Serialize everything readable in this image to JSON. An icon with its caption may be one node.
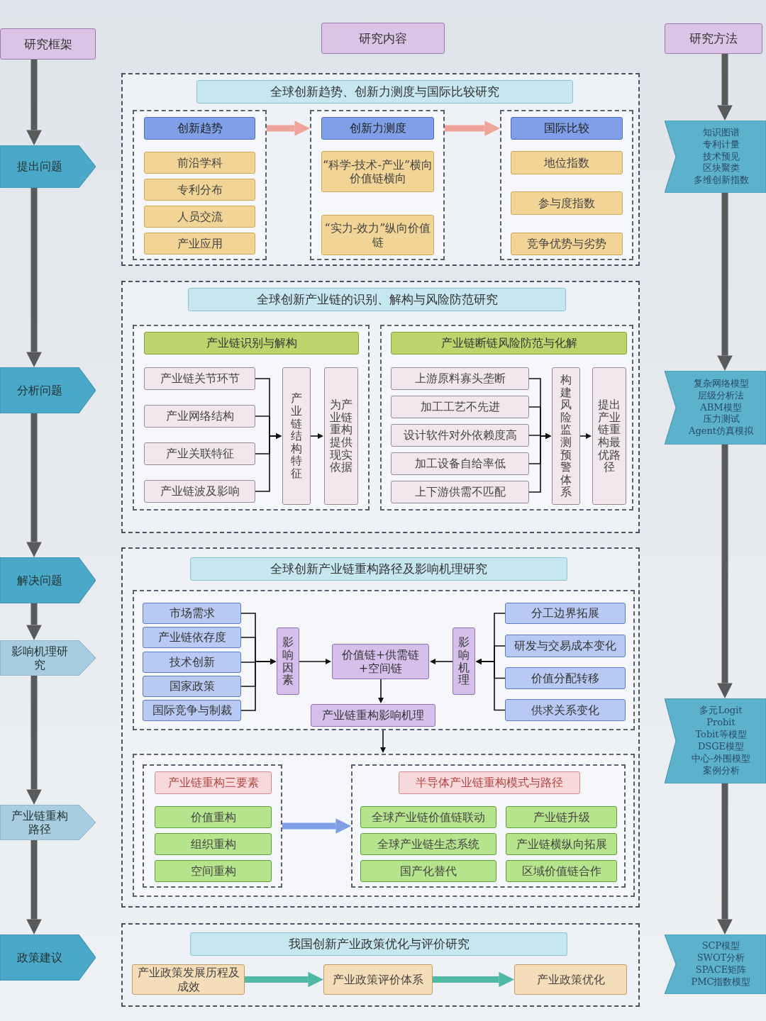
{
  "diagram": {
    "nodes": [
      {
        "text": [
          "研究框架"
        ]
      },
      {
        "text": [
          "提出问题"
        ]
      },
      {
        "text": [
          "分析问题"
        ]
      },
      {
        "text": [
          "解决问题"
        ]
      },
      {
        "text": [
          "影响机理研究"
        ]
      },
      {
        "text": [
          "产业链重构路径"
        ]
      },
      {
        "text": [
          "政策建议"
        ]
      },
      {
        "text": [
          "研究内容"
        ]
      },
      {
        "text": [
          "研究方法"
        ]
      },
      {
        "text": [
          "知识图谱",
          "专利计量",
          "技术预见",
          "区块聚类",
          "多维创新指数"
        ]
      },
      {
        "text": [
          "复杂网络模型",
          "层级分析法",
          "ABM模型",
          "压力测试",
          "Agent仿真模拟"
        ]
      },
      {
        "text": [
          "多元Logit",
          "Probit",
          "Tobit等模型",
          "DSGE模型",
          "中心-外围模型",
          "案例分析"
        ]
      },
      {
        "text": [
          "SCP模型",
          "SWOT分析",
          "SPACE矩阵",
          "PMC指数模型"
        ]
      },
      {
        "text": [
          "全球创新趋势、创新力测度与国际比较研究"
        ]
      },
      {
        "text": [
          "创新趋势"
        ],
        "in": 13
      },
      {
        "text": [
          "前沿学科"
        ],
        "in": 14
      },
      {
        "text": [
          "专利分布"
        ],
        "in": 14
      },
      {
        "text": [
          "人员交流"
        ],
        "in": 14
      },
      {
        "text": [
          "产业应用"
        ],
        "in": 14
      },
      {
        "text": [
          "创新力测度"
        ],
        "in": 13
      },
      {
        "text": [
          "“科学-技术-产业”横向价值链横向"
        ],
        "in": 19
      },
      {
        "text": [
          "“实力-效力”纵向价值链"
        ],
        "in": 19
      },
      {
        "text": [
          "国际比较"
        ],
        "in": 13
      },
      {
        "text": [
          "地位指数"
        ],
        "in": 22
      },
      {
        "text": [
          "参与度指数"
        ],
        "in": 22
      },
      {
        "text": [
          "竞争优势与劣势"
        ],
        "in": 22
      },
      {
        "text": [
          "全球创新产业链的识别、解构与风险防范研究"
        ]
      },
      {
        "text": [
          "产业链识别与解构"
        ],
        "in": 26
      },
      {
        "text": [
          "产业链关节环节"
        ],
        "in": 27
      },
      {
        "text": [
          "产业网络结构"
        ],
        "in": 27
      },
      {
        "text": [
          "产业关联特征"
        ],
        "in": 27
      },
      {
        "text": [
          "产业链波及影响"
        ],
        "in": 27
      },
      {
        "text": [
          "产业链结构特征"
        ],
        "in": 27
      },
      {
        "text": [
          "为产业链重构提供现实依据"
        ],
        "in": 27
      },
      {
        "text": [
          "产业链断链风险防范与化解"
        ],
        "in": 26
      },
      {
        "text": [
          "上游原料寡头垄断"
        ],
        "in": 34
      },
      {
        "text": [
          "加工工艺不先进"
        ],
        "in": 34
      },
      {
        "text": [
          "设计软件对外依赖度高"
        ],
        "in": 34
      },
      {
        "text": [
          "加工设备自给率低"
        ],
        "in": 34
      },
      {
        "text": [
          "上下游供需不匹配"
        ],
        "in": 34
      },
      {
        "text": [
          "构建风险监测预警体系"
        ],
        "in": 34
      },
      {
        "text": [
          "提出产业链重构最优路径"
        ],
        "in": 34
      },
      {
        "text": [
          "全球创新产业链重构路径及影响机理研究"
        ]
      },
      {
        "text": [],
        "shape": "box",
        "in": 42
      },
      {
        "text": [
          "市场需求"
        ],
        "in": 43
      },
      {
        "text": [
          "产业链依存度"
        ],
        "in": 43
      },
      {
        "text": [
          "技术创新"
        ],
        "in": 43
      },
      {
        "text": [
          "国家政策"
        ],
        "in": 43
      },
      {
        "text": [
          "国际竞争与制裁"
        ],
        "in": 43
      },
      {
        "text": [
          "影响因素"
        ],
        "in": 43
      },
      {
        "text": [
          "价值链+供需链+空间链"
        ],
        "in": 43
      },
      {
        "text": [
          "产业链重构影响机理"
        ],
        "in": 43
      },
      {
        "text": [
          "影响机理"
        ],
        "in": 43
      },
      {
        "text": [
          "分工边界拓展"
        ],
        "in": 43
      },
      {
        "text": [
          "研发与交易成本变化"
        ],
        "in": 43
      },
      {
        "text": [
          "价值分配转移"
        ],
        "in": 43
      },
      {
        "text": [
          "供求关系变化"
        ],
        "in": 43
      },
      {
        "text": [],
        "shape": "box",
        "in": 42
      },
      {
        "text": [
          "产业链重构三要素"
        ],
        "in": 57
      },
      {
        "text": [
          "价值重构"
        ],
        "in": 58
      },
      {
        "text": [
          "组织重构"
        ],
        "in": 58
      },
      {
        "text": [
          "空间重构"
        ],
        "in": 58
      },
      {
        "text": [
          "半导体产业链重构模式与路径"
        ],
        "in": 57
      },
      {
        "text": [
          "全球产业链价值链联动"
        ],
        "in": 62
      },
      {
        "text": [
          "产业链升级"
        ],
        "in": 62
      },
      {
        "text": [
          "全球产业链生态系统"
        ],
        "in": 62
      },
      {
        "text": [
          "产业链横纵向拓展"
        ],
        "in": 62
      },
      {
        "text": [
          "国产化替代"
        ],
        "in": 62
      },
      {
        "text": [
          "区域价值链合作"
        ],
        "in": 62
      },
      {
        "text": [
          "我国创新产业政策优化与评价研究"
        ]
      },
      {
        "text": [
          "产业政策发展历程及成效"
        ],
        "in": 69
      },
      {
        "text": [
          "产业政策评价体系"
        ],
        "in": 69
      },
      {
        "text": [
          "产业政策优化"
        ],
        "in": 69
      }
    ],
    "edges": [
      {
        "from": 0,
        "to": 1,
        "arrow": "to",
        "style": "thick",
        "color": "#5a5a5a"
      },
      {
        "from": 1,
        "to": 2,
        "arrow": "to",
        "style": "thick",
        "color": "#5a5a5a"
      },
      {
        "from": 2,
        "to": 3,
        "arrow": "to",
        "style": "thick",
        "color": "#5a5a5a"
      },
      {
        "from": 3,
        "to": 4,
        "arrow": "to",
        "style": "thick",
        "color": "#5a5a5a"
      },
      {
        "from": 4,
        "to": 5,
        "arrow": "to",
        "style": "thick",
        "color": "#5a5a5a"
      },
      {
        "from": 5,
        "to": 6,
        "arrow": "to",
        "style": "thick",
        "color": "#5a5a5a"
      },
      {
        "from": 8,
        "to": 9,
        "arrow": "to",
        "style": "thick",
        "color": "#5a5a5a"
      },
      {
        "from": 9,
        "to": 10,
        "arrow": "to",
        "style": "thick",
        "color": "#5a5a5a"
      },
      {
        "from": 10,
        "to": 11,
        "arrow": "to",
        "style": "thick",
        "color": "#5a5a5a"
      },
      {
        "from": 11,
        "to": 12,
        "arrow": "to",
        "style": "thick",
        "color": "#5a5a5a"
      },
      {
        "from": 14,
        "to": 19,
        "arrow": "to",
        "style": "thick",
        "color": "#eea49a"
      },
      {
        "from": 19,
        "to": 22,
        "arrow": "to",
        "style": "thick",
        "color": "#eea49a"
      },
      {
        "from": 28,
        "to": 32,
        "arrow": "to"
      },
      {
        "from": 29,
        "to": 32,
        "arrow": "to"
      },
      {
        "from": 30,
        "to": 32,
        "arrow": "to"
      },
      {
        "from": 31,
        "to": 32,
        "arrow": "to"
      },
      {
        "from": 32,
        "to": 33,
        "arrow": "to"
      },
      {
        "from": 35,
        "to": 40,
        "arrow": "to"
      },
      {
        "from": 36,
        "to": 40,
        "arrow": "to"
      },
      {
        "from": 37,
        "to": 40,
        "arrow": "to"
      },
      {
        "from": 38,
        "to": 40,
        "arrow": "to"
      },
      {
        "from": 39,
        "to": 40,
        "arrow": "to"
      },
      {
        "from": 40,
        "to": 41,
        "arrow": "to"
      },
      {
        "from": 44,
        "to": 49,
        "arrow": "to"
      },
      {
        "from": 45,
        "to": 49,
        "arrow": "to"
      },
      {
        "from": 46,
        "to": 49,
        "arrow": "to"
      },
      {
        "from": 47,
        "to": 49,
        "arrow": "to"
      },
      {
        "from": 48,
        "to": 49,
        "arrow": "to"
      },
      {
        "from": 49,
        "to": 50,
        "arrow": "to"
      },
      {
        "from": 52,
        "to": 50,
        "arrow": "to"
      },
      {
        "from": 53,
        "to": 52,
        "arrow": "to"
      },
      {
        "from": 54,
        "to": 52,
        "arrow": "to"
      },
      {
        "from": 55,
        "to": 52,
        "arrow": "to"
      },
      {
        "from": 56,
        "to": 52,
        "arrow": "to"
      },
      {
        "from": 50,
        "to": 51,
        "arrow": "to"
      },
      {
        "from": 43,
        "to": 57,
        "arrow": "to"
      },
      {
        "from": 58,
        "to": 62,
        "arrow": "to",
        "style": "thick",
        "color": "#7f9ee6"
      },
      {
        "from": 70,
        "to": 71,
        "arrow": "to",
        "style": "thick",
        "color": "#4fb9a6"
      },
      {
        "from": 71,
        "to": 72,
        "arrow": "to",
        "style": "thick",
        "color": "#4fb9a6"
      }
    ]
  }
}
